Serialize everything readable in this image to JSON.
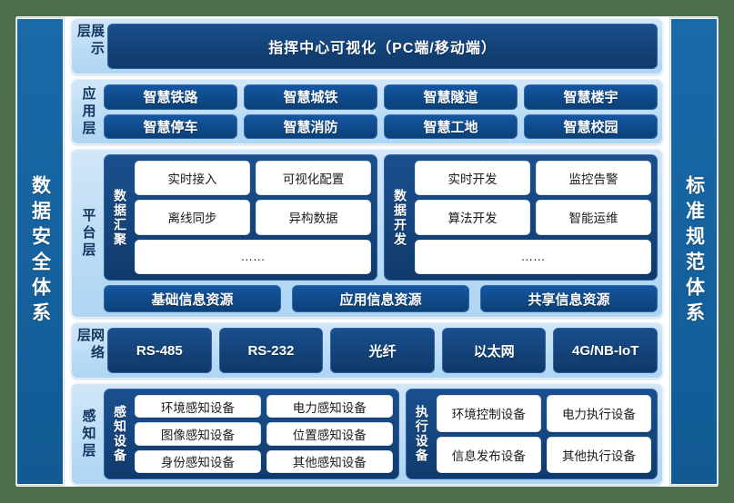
{
  "left_pillar": {
    "label": "数据安全体系"
  },
  "right_pillar": {
    "label": "标准规范体系"
  },
  "layers": {
    "display": {
      "label": "展示层",
      "banner": "指挥中心可视化（PC端/移动端）"
    },
    "application": {
      "label": "应用层",
      "row1": [
        "智慧铁路",
        "智慧城铁",
        "智慧隧道",
        "智慧楼宇"
      ],
      "row2": [
        "智慧停车",
        "智慧消防",
        "智慧工地",
        "智慧校园"
      ]
    },
    "platform": {
      "label": "平台层",
      "groups": [
        {
          "label": "数据汇聚",
          "row1": [
            "实时接入",
            "可视化配置"
          ],
          "row2": [
            "离线同步",
            "异构数据"
          ],
          "row3": [
            "……"
          ]
        },
        {
          "label": "数据开发",
          "row1": [
            "实时开发",
            "监控告警"
          ],
          "row2": [
            "算法开发",
            "智能运维"
          ],
          "row3": [
            "……"
          ]
        }
      ],
      "resources": [
        "基础信息资源",
        "应用信息资源",
        "共享信息资源"
      ]
    },
    "network": {
      "label": "网络层",
      "items": [
        "RS-485",
        "RS-232",
        "光纤",
        "以太网",
        "4G/NB-IoT"
      ]
    },
    "sensing": {
      "label": "感知层",
      "groups": [
        {
          "label": "感知设备",
          "row1": [
            "环境感知设备",
            "电力感知设备"
          ],
          "row2": [
            "图像感知设备",
            "位置感知设备"
          ],
          "row3": [
            "身份感知设备",
            "其他感知设备"
          ]
        },
        {
          "label": "执行设备",
          "row1": [
            "环境控制设备",
            "电力执行设备"
          ],
          "row2": [
            "信息发布设备",
            "其他执行设备"
          ]
        }
      ]
    }
  },
  "colors": {
    "frame_green": "#4c6f4d",
    "pillar_blue": "#15629e",
    "layer_bg": "#bcdcf6",
    "dark_box": "#134277",
    "pill_blue": "#0f4b8c",
    "chip_white": "#ffffff"
  }
}
